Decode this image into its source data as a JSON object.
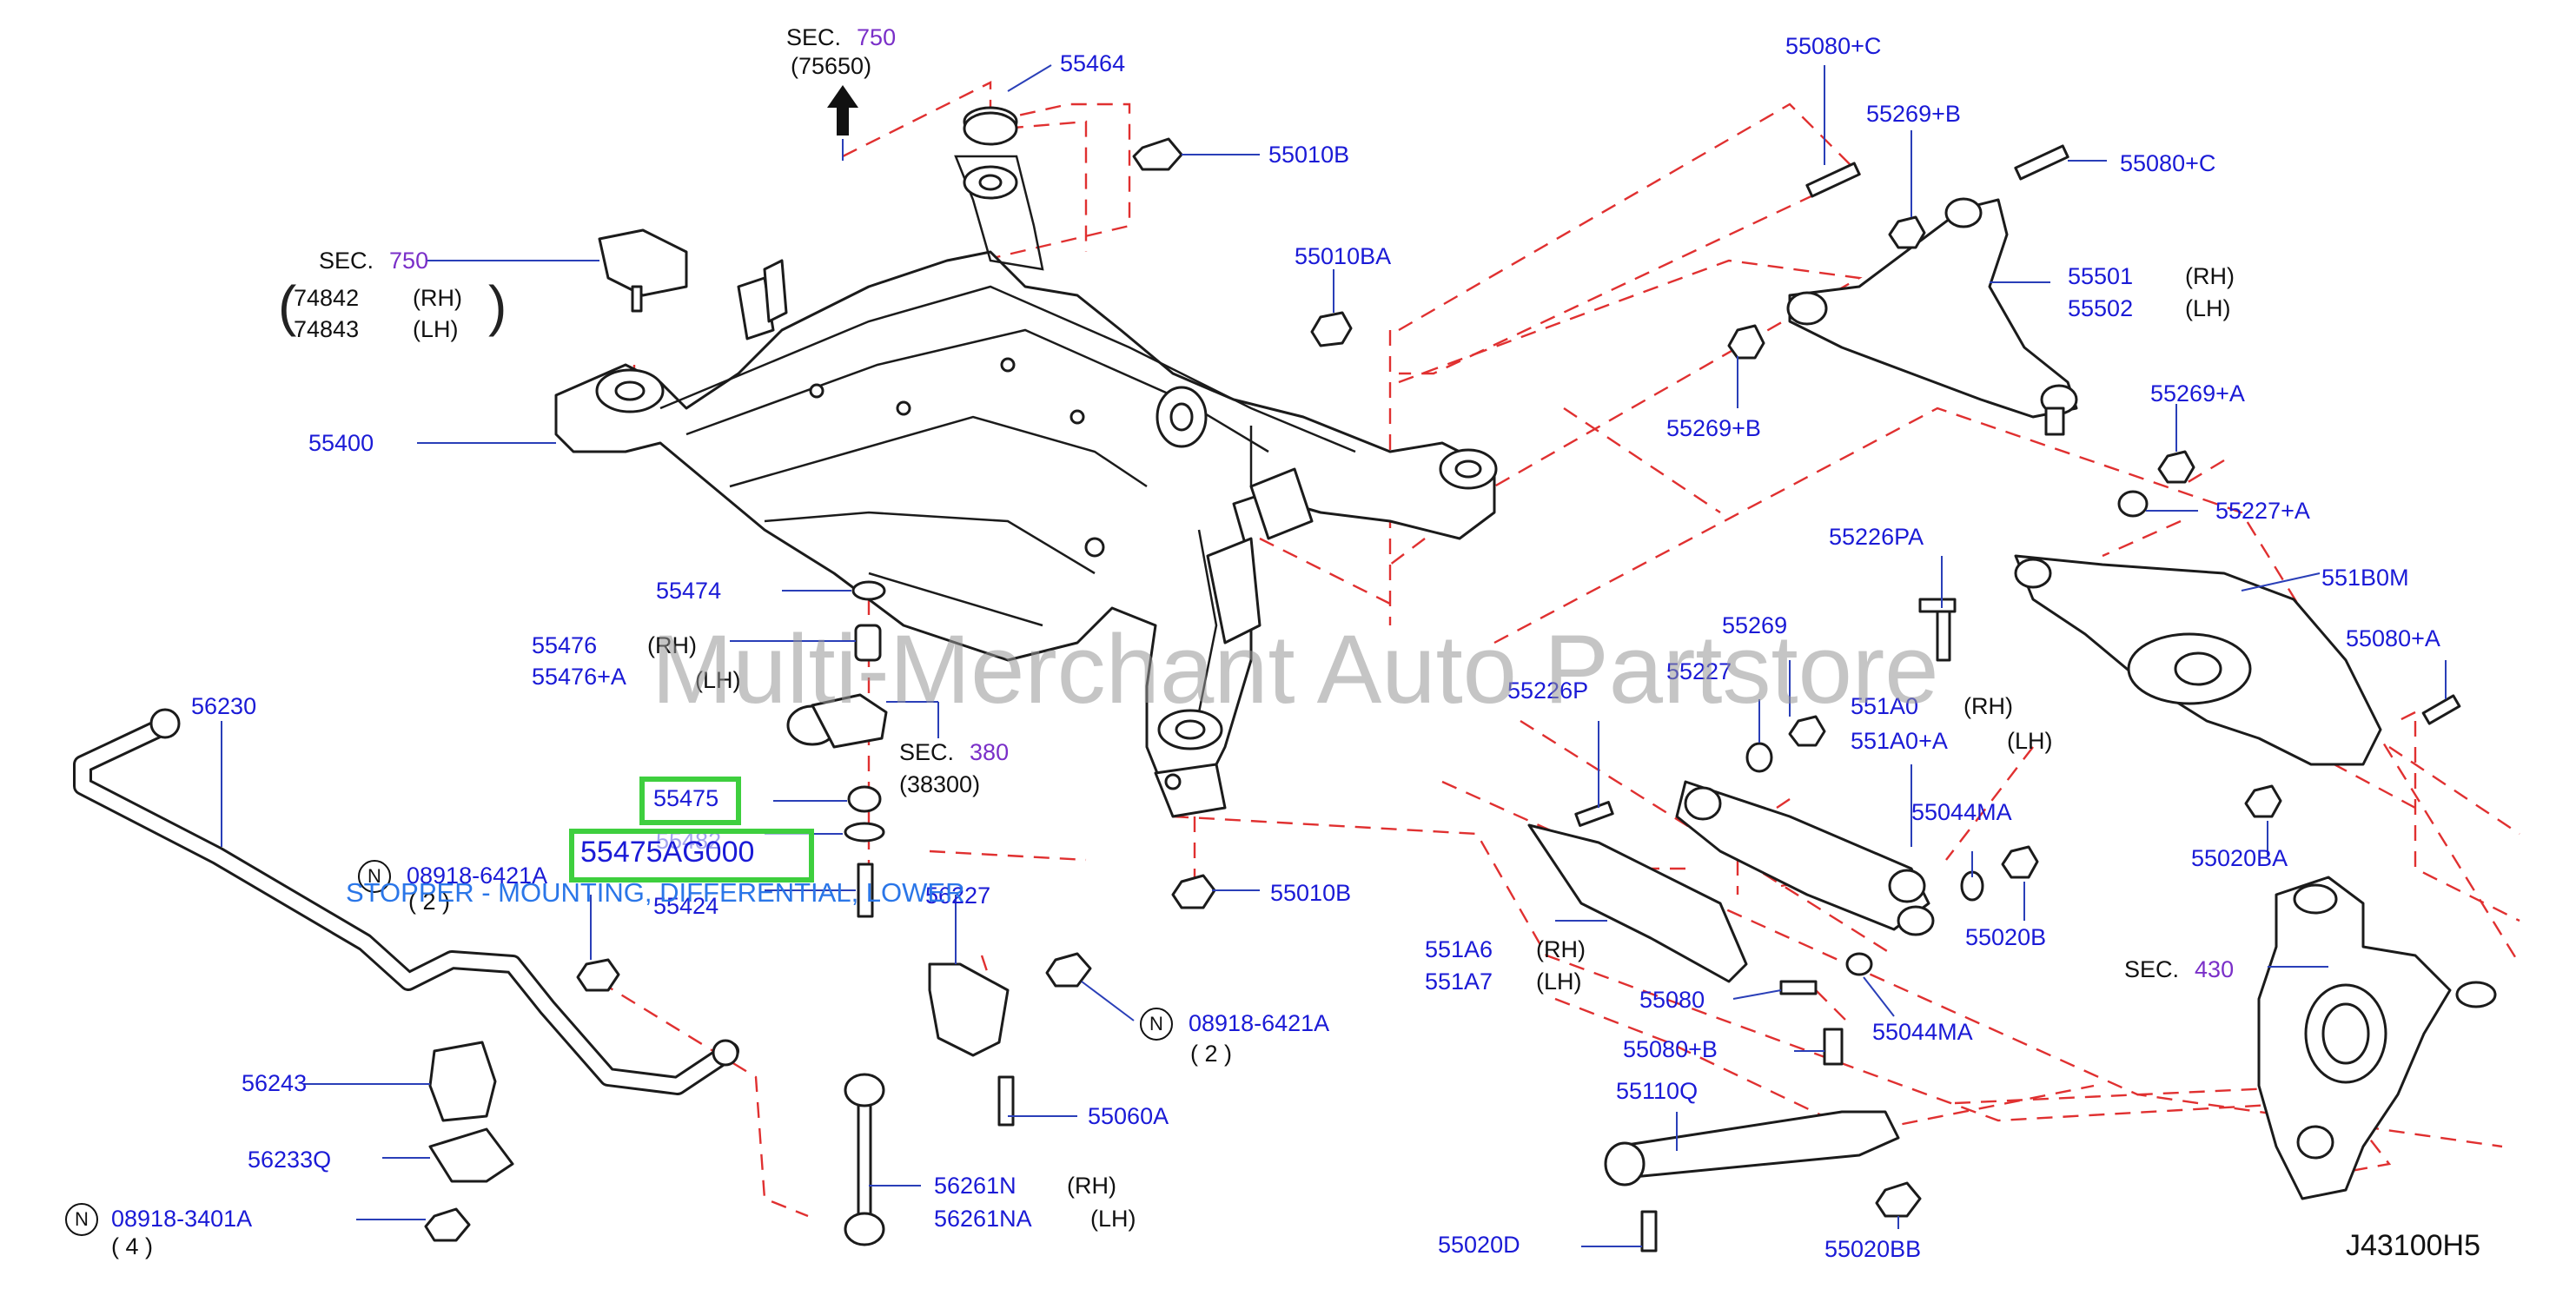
{
  "watermark": "Multi-Merchant Auto Partstore",
  "diagram_code": "J43100H5",
  "highlight": {
    "part": "55475",
    "part_number": "55475AG000",
    "description": "STOPPER - MOUNTING, DIFFERENTIAL, LOWER"
  },
  "sections": {
    "top": {
      "label": "SEC.",
      "num": "750",
      "sub": "(75650)"
    },
    "left": {
      "label": "SEC.",
      "num": "750"
    },
    "mid": {
      "label": "SEC.",
      "num": "380",
      "sub": "(38300)"
    },
    "right": {
      "label": "SEC.",
      "num": "430"
    }
  },
  "labels": {
    "p55464": "55464",
    "p55010B_top": "55010B",
    "p55010BA": "55010BA",
    "p74842": "74842",
    "p74843": "74843",
    "rh": "(RH)",
    "lh": "(LH)",
    "p55400": "55400",
    "p55474": "55474",
    "p55476": "55476",
    "p55476A": "55476+A",
    "p55482": "55482",
    "p55424": "55424",
    "p56230": "56230",
    "p08918_6421A_l": "08918-6421A",
    "qty2_l": "( 2 )",
    "p56243": "56243",
    "p56233Q": "56233Q",
    "p08918_3401A": "08918-3401A",
    "qty4": "( 4 )",
    "p56227": "56227",
    "p08918_6421A_r": "08918-6421A",
    "qty2_r": "( 2 )",
    "p55060A": "55060A",
    "p56261N": "56261N",
    "p56261NA": "56261NA",
    "p55010B_bot": "55010B",
    "p55080C_1": "55080+C",
    "p55269B_1": "55269+B",
    "p55080C_2": "55080+C",
    "p55501": "55501",
    "p55502": "55502",
    "p55269B_2": "55269+B",
    "p55269A": "55269+A",
    "p55227A": "55227+A",
    "p55226PA": "55226PA",
    "p551B0M": "551B0M",
    "p55080A": "55080+A",
    "p55269": "55269",
    "p55227": "55227",
    "p55226P": "55226P",
    "p551A0": "551A0",
    "p551A0A": "551A0+A",
    "p55044MA_1": "55044MA",
    "p55020BA": "55020BA",
    "p551A6": "551A6",
    "p551A7": "551A7",
    "p55080": "55080",
    "p55044MA_2": "55044MA",
    "p55020B": "55020B",
    "p55080B": "55080+B",
    "p55110Q": "55110Q",
    "p55020D": "55020D",
    "p55020BB": "55020BB",
    "n": "N"
  },
  "colors": {
    "part_text": "#1a1ad6",
    "section_num": "#7a2fc8",
    "highlight_border": "#3ecf3e",
    "tooltip": "#2a76e8",
    "dash_line": "#e03030"
  }
}
